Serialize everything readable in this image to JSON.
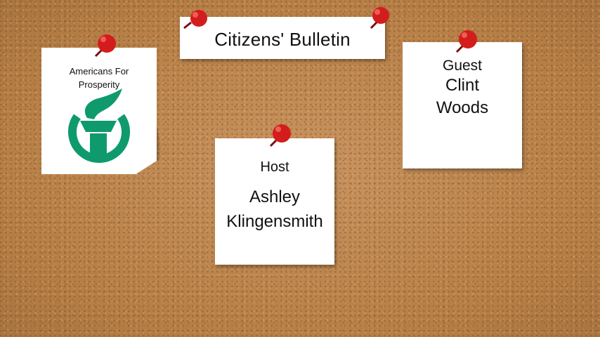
{
  "title_note": {
    "text": "Citizens' Bulletin"
  },
  "logo_note": {
    "org_line1": "Americans For",
    "org_line2": "Prosperity",
    "logo_icon": "torch-logo-icon",
    "logo_color": "#0f9a6d"
  },
  "guest_note": {
    "role": "Guest",
    "name_line1": "Clint",
    "name_line2": "Woods"
  },
  "host_note": {
    "role": "Host",
    "name_line1": "Ashley",
    "name_line2": "Klingensmith"
  },
  "pin_color": "#d31d1d"
}
